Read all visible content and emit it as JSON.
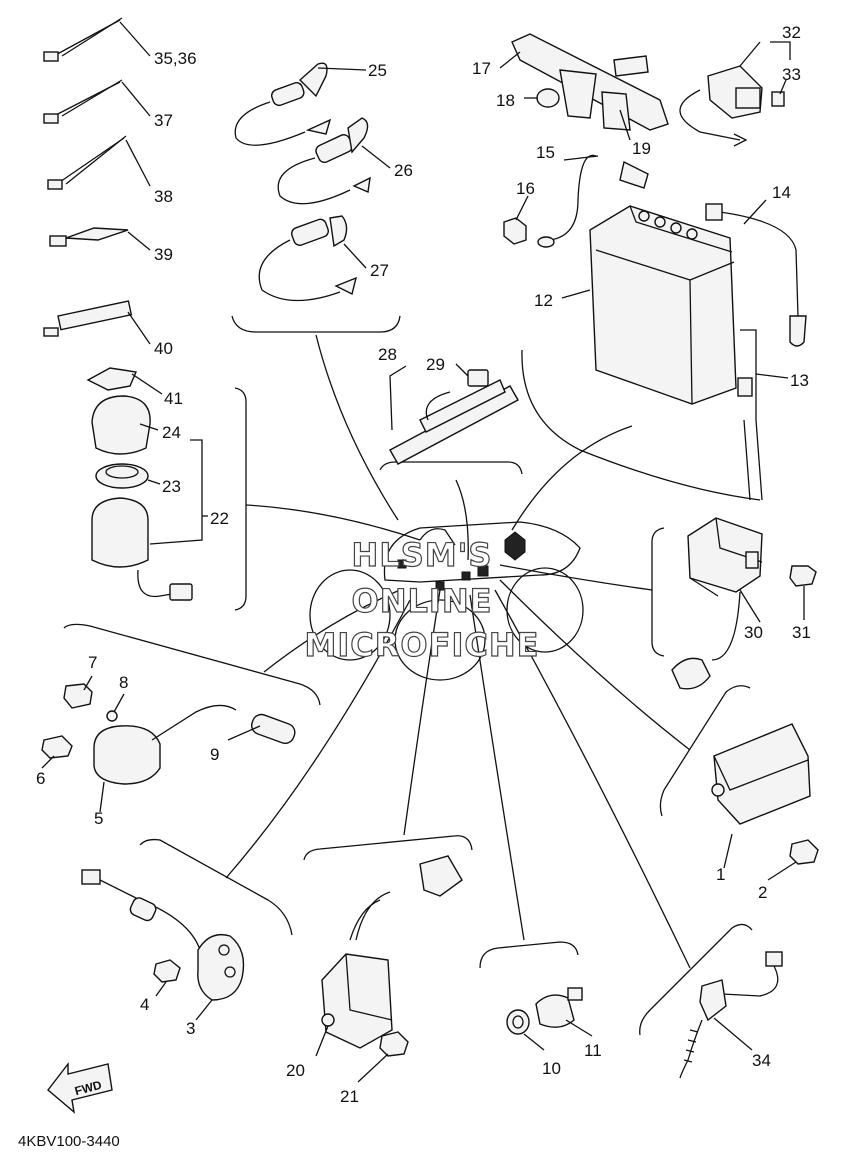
{
  "diagram_code": "4KBV100-3440",
  "watermark": [
    "HLSM'S",
    "ONLINE",
    "MICROFICHE"
  ],
  "fwd_label": "FWD",
  "callouts": [
    {
      "id": "c1",
      "label": "1"
    },
    {
      "id": "c2",
      "label": "2"
    },
    {
      "id": "c3",
      "label": "3"
    },
    {
      "id": "c4",
      "label": "4"
    },
    {
      "id": "c5",
      "label": "5"
    },
    {
      "id": "c6",
      "label": "6"
    },
    {
      "id": "c7",
      "label": "7"
    },
    {
      "id": "c8",
      "label": "8"
    },
    {
      "id": "c9",
      "label": "9"
    },
    {
      "id": "c10",
      "label": "10"
    },
    {
      "id": "c11",
      "label": "11"
    },
    {
      "id": "c12",
      "label": "12"
    },
    {
      "id": "c13",
      "label": "13"
    },
    {
      "id": "c14",
      "label": "14"
    },
    {
      "id": "c15",
      "label": "15"
    },
    {
      "id": "c16",
      "label": "16"
    },
    {
      "id": "c17",
      "label": "17"
    },
    {
      "id": "c18",
      "label": "18"
    },
    {
      "id": "c19",
      "label": "19"
    },
    {
      "id": "c20",
      "label": "20"
    },
    {
      "id": "c21",
      "label": "21"
    },
    {
      "id": "c22",
      "label": "22"
    },
    {
      "id": "c23",
      "label": "23"
    },
    {
      "id": "c24",
      "label": "24"
    },
    {
      "id": "c25",
      "label": "25"
    },
    {
      "id": "c26",
      "label": "26"
    },
    {
      "id": "c27",
      "label": "27"
    },
    {
      "id": "c28",
      "label": "28"
    },
    {
      "id": "c29",
      "label": "29"
    },
    {
      "id": "c30",
      "label": "30"
    },
    {
      "id": "c31",
      "label": "31"
    },
    {
      "id": "c32",
      "label": "32"
    },
    {
      "id": "c33",
      "label": "33"
    },
    {
      "id": "c34",
      "label": "34"
    },
    {
      "id": "c3536",
      "label": "35,36"
    },
    {
      "id": "c37",
      "label": "37"
    },
    {
      "id": "c38",
      "label": "38"
    },
    {
      "id": "c39",
      "label": "39"
    },
    {
      "id": "c40",
      "label": "40"
    },
    {
      "id": "c41",
      "label": "41"
    }
  ]
}
